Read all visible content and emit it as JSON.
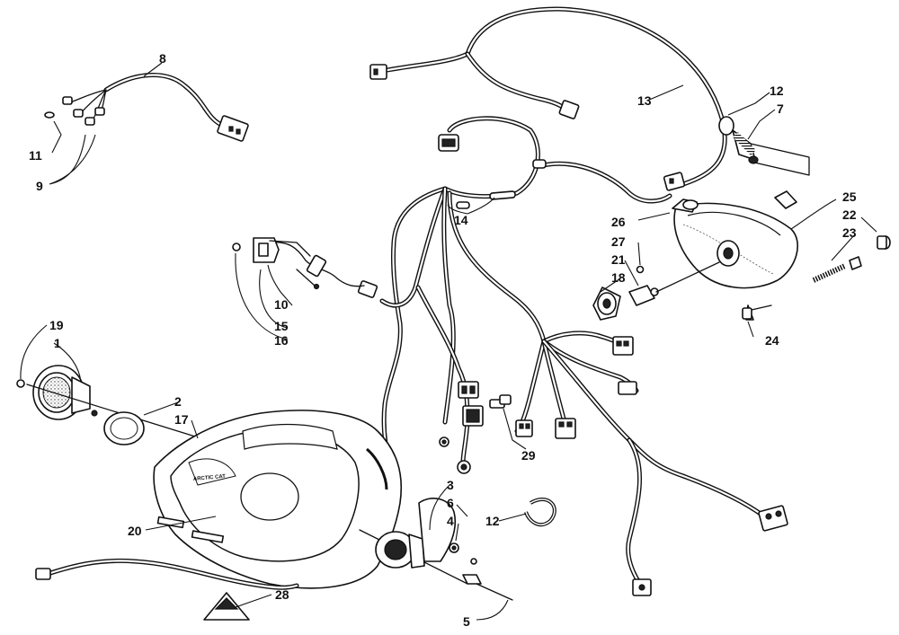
{
  "diagram": {
    "callouts": [
      "8",
      "11",
      "9",
      "13",
      "12",
      "7",
      "14",
      "26",
      "25",
      "22",
      "27",
      "23",
      "21",
      "18",
      "24",
      "10",
      "15",
      "16",
      "19",
      "1",
      "2",
      "17",
      "29",
      "3",
      "6",
      "4",
      "12",
      "20",
      "28",
      "5"
    ],
    "decal_text": "ARCTIC CAT"
  }
}
